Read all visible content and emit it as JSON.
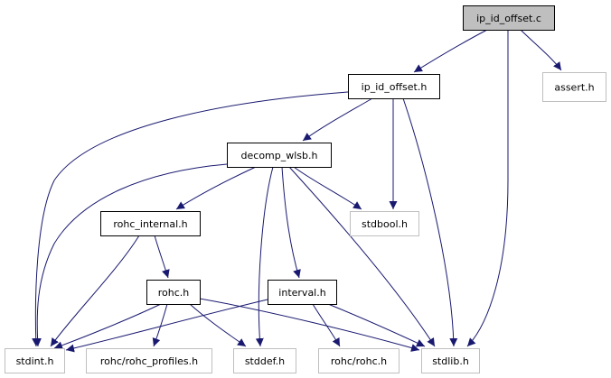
{
  "graph": {
    "title": "ip_id_offset.c",
    "nodes": [
      {
        "id": "ip_id_offset_c",
        "label": "ip_id_offset.c",
        "kind": "root"
      },
      {
        "id": "ip_id_offset_h",
        "label": "ip_id_offset.h",
        "kind": "documented"
      },
      {
        "id": "assert_h",
        "label": "assert.h",
        "kind": "external"
      },
      {
        "id": "decomp_wlsb_h",
        "label": "decomp_wlsb.h",
        "kind": "documented"
      },
      {
        "id": "stdbool_h",
        "label": "stdbool.h",
        "kind": "external"
      },
      {
        "id": "rohc_internal_h",
        "label": "rohc_internal.h",
        "kind": "documented"
      },
      {
        "id": "rohc_h",
        "label": "rohc.h",
        "kind": "documented"
      },
      {
        "id": "interval_h",
        "label": "interval.h",
        "kind": "documented"
      },
      {
        "id": "stdint_h",
        "label": "stdint.h",
        "kind": "external"
      },
      {
        "id": "rohc_profiles_h",
        "label": "rohc/rohc_profiles.h",
        "kind": "external"
      },
      {
        "id": "stddef_h",
        "label": "stddef.h",
        "kind": "external"
      },
      {
        "id": "rohc_rohc_h",
        "label": "rohc/rohc.h",
        "kind": "external"
      },
      {
        "id": "stdlib_h",
        "label": "stdlib.h",
        "kind": "external"
      }
    ],
    "edges": [
      [
        "ip_id_offset_c",
        "ip_id_offset_h"
      ],
      [
        "ip_id_offset_c",
        "assert_h"
      ],
      [
        "ip_id_offset_c",
        "stdlib_h"
      ],
      [
        "ip_id_offset_h",
        "decomp_wlsb_h"
      ],
      [
        "ip_id_offset_h",
        "stdint_h"
      ],
      [
        "ip_id_offset_h",
        "stdbool_h"
      ],
      [
        "ip_id_offset_h",
        "stdlib_h"
      ],
      [
        "decomp_wlsb_h",
        "rohc_internal_h"
      ],
      [
        "decomp_wlsb_h",
        "stdint_h"
      ],
      [
        "decomp_wlsb_h",
        "stdbool_h"
      ],
      [
        "decomp_wlsb_h",
        "stddef_h"
      ],
      [
        "decomp_wlsb_h",
        "interval_h"
      ],
      [
        "decomp_wlsb_h",
        "stdlib_h"
      ],
      [
        "rohc_internal_h",
        "rohc_h"
      ],
      [
        "rohc_internal_h",
        "stdint_h"
      ],
      [
        "rohc_h",
        "stdint_h"
      ],
      [
        "rohc_h",
        "rohc_profiles_h"
      ],
      [
        "rohc_h",
        "stddef_h"
      ],
      [
        "rohc_h",
        "stdlib_h"
      ],
      [
        "interval_h",
        "stdint_h"
      ],
      [
        "interval_h",
        "rohc_rohc_h"
      ],
      [
        "interval_h",
        "stdlib_h"
      ]
    ],
    "colors": {
      "edge": "#191970",
      "root_fill": "#bfbfbf",
      "documented_border": "#000000",
      "external_border": "#bfbfbf"
    }
  }
}
